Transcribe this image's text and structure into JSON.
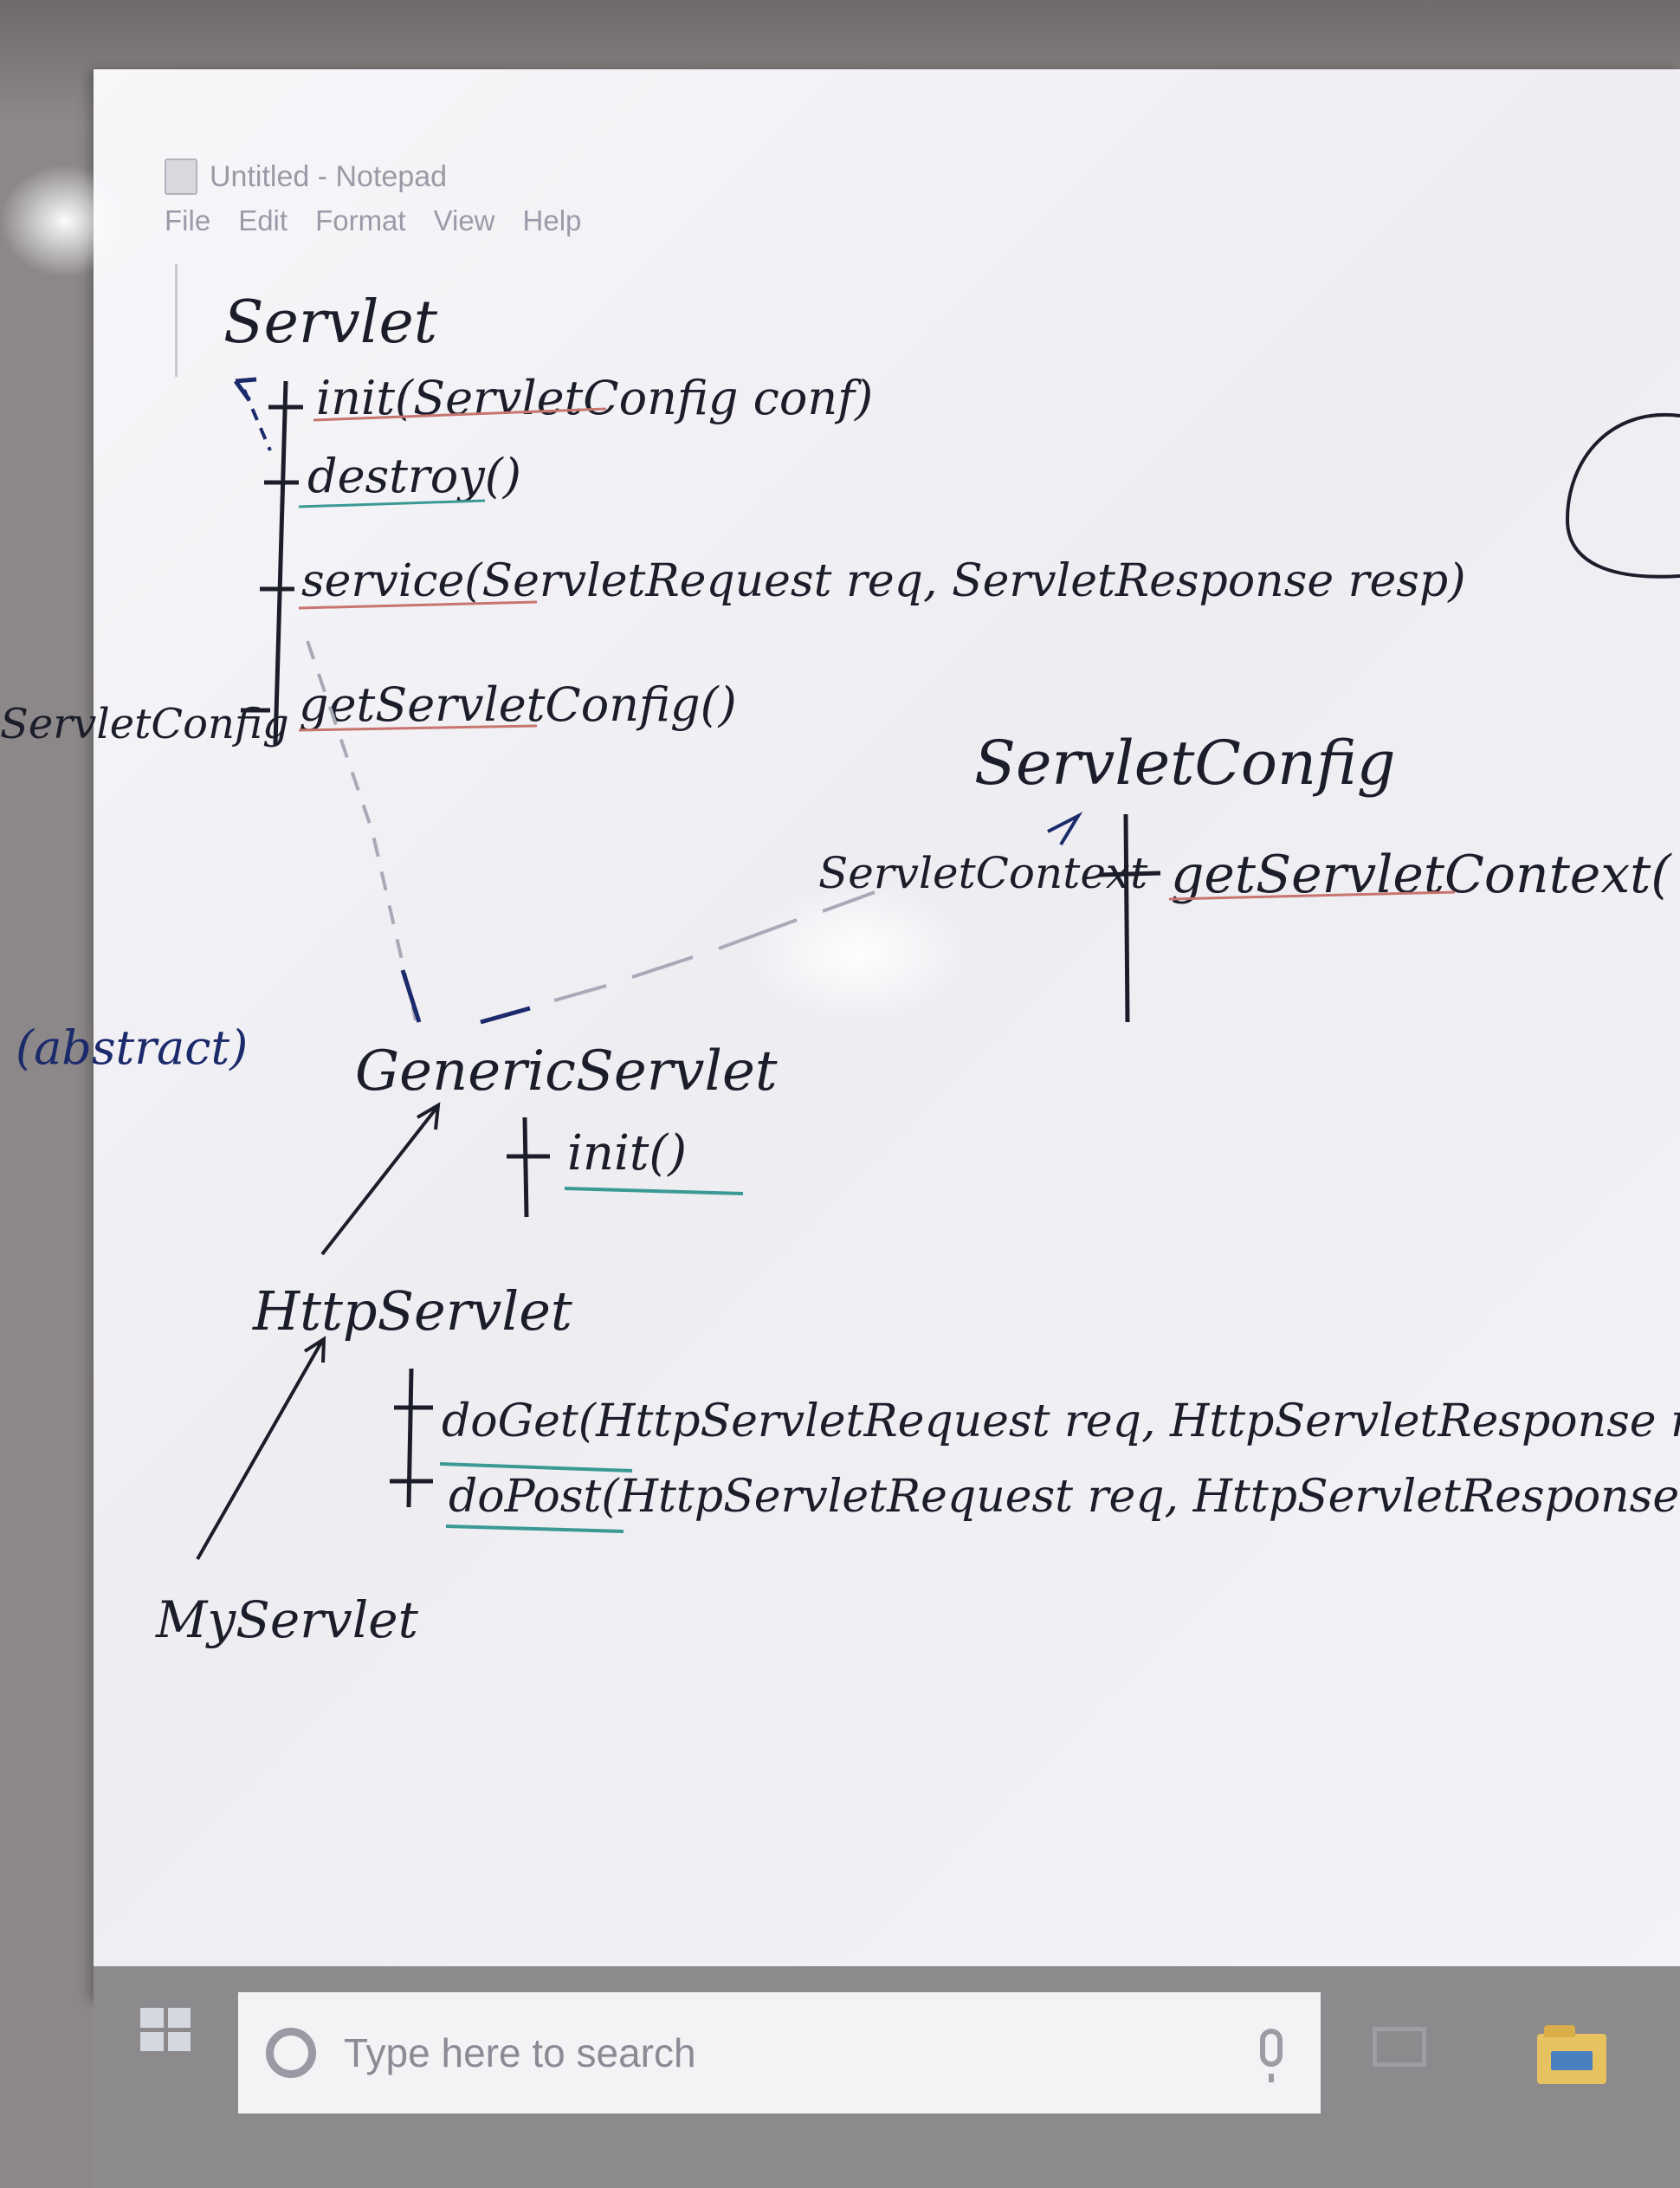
{
  "window": {
    "title": "Untitled - Notepad",
    "menu": [
      "File",
      "Edit",
      "Format",
      "View",
      "Help"
    ]
  },
  "notes": {
    "servlet": {
      "title": "Servlet",
      "methods": [
        "init(ServletConfig conf)",
        "destroy()",
        "service(ServletRequest req, ServletResponse resp)",
        "getServletConfig()"
      ],
      "return_type": "ServletConfig"
    },
    "servlet_config": {
      "title": "ServletConfig",
      "return_type": "ServletContext",
      "method": "getServletContext("
    },
    "generic_servlet": {
      "modifier": "(abstract)",
      "title": "GenericServlet",
      "method": "init()"
    },
    "http_servlet": {
      "title": "HttpServlet",
      "methods": [
        "doGet(HttpServletRequest req, HttpServletResponse resp",
        "doPost(HttpServletRequest req, HttpServletResponse resp"
      ]
    },
    "my_servlet": {
      "title": "MyServlet"
    }
  },
  "taskbar": {
    "search_placeholder": "Type here to search"
  },
  "colors": {
    "ink": "#1c1d2a",
    "underline_red": "#c7756e",
    "underline_teal": "#3a9a93",
    "dashed": "#a9aab8",
    "arrow_blue": "#1b2a6b"
  }
}
